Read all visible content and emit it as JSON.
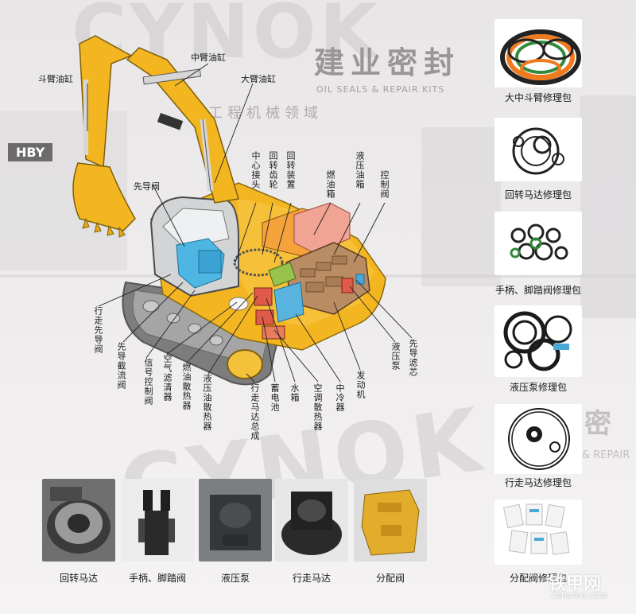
{
  "watermark": {
    "brand": "CYNOK",
    "brand_cn": "建业密封",
    "brand_en": "OIL SEALS & REPAIR KITS",
    "slogan": "工程机械领域",
    "bottom_brand": "CYNOK",
    "mini_cn": "密",
    "mini_en": "& REPAIR",
    "site": "铁甲网",
    "site_url": "cehome.com",
    "shop_sign": "HBY"
  },
  "labels": {
    "bucket_cyl": "斗臂油缸",
    "mid_cyl": "中臂油缸",
    "boom_cyl": "大臂油缸",
    "pilot_valve": "先导阀",
    "center_joint": "中心接头",
    "swing_gear": "回转齿轮",
    "swing_device": "回转装置",
    "fuel_tank": "燃油箱",
    "hyd_tank": "液压油箱",
    "control_valve": "控制阀",
    "travel_pilot": "行走先导阀",
    "pilot_relief": "先导截流阀",
    "signal_ctrl": "信号控制阀",
    "air_filter": "空气滤清器",
    "fuel_cooler": "燃油散热器",
    "hyd_cooler": "液压油散热器",
    "travel_motor_assy": "行走马达总成",
    "battery": "蓄电池",
    "water_tank": "水箱",
    "ac_cooler": "空调散热器",
    "intercooler": "中冷器",
    "engine": "发动机",
    "hyd_pump": "液压泵",
    "pilot_filter": "先导滤芯"
  },
  "kits": [
    {
      "label": "大中斗臂修理包"
    },
    {
      "label": "回转马达修理包"
    },
    {
      "label": "手柄、脚踏阀修理包"
    },
    {
      "label": "液压泵修理包"
    },
    {
      "label": "行走马达修理包"
    },
    {
      "label": "分配阀修理包"
    }
  ],
  "parts": [
    {
      "label": "回转马达"
    },
    {
      "label": "手柄、脚踏阀"
    },
    {
      "label": "液压泵"
    },
    {
      "label": "行走马达"
    },
    {
      "label": "分配阀"
    }
  ],
  "colors": {
    "excavator_yellow": "#f3b621",
    "pump_pink": "#f3a59a",
    "valve_blue": "#56b7df",
    "engine_brown": "#b98c64",
    "track_gray": "#8a8a8a",
    "seal_orange": "#f07a1e",
    "seal_green": "#2f8a3c"
  }
}
